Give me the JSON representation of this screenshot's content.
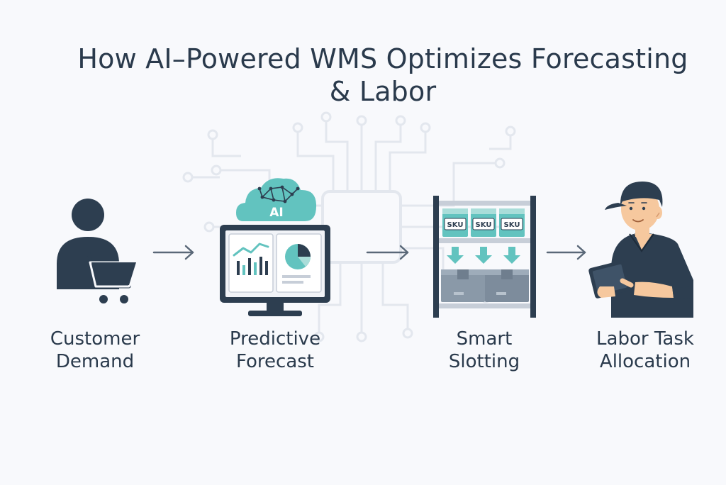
{
  "title": {
    "line1": "How AI–Powered WMS Optimizes Forecasting",
    "line2": "& Labor"
  },
  "steps": [
    {
      "line1": "Customer",
      "line2": "Demand",
      "icon": "customer-with-cart-icon"
    },
    {
      "line1": "Predictive",
      "line2": "Forecast",
      "icon": "monitor-with-charts-icon"
    },
    {
      "line1": "Smart",
      "line2": "Slotting",
      "icon": "warehouse-shelf-icon"
    },
    {
      "line1": "Labor Task",
      "line2": "Allocation",
      "icon": "worker-with-tablet-icon"
    }
  ],
  "cloud_label": "AI",
  "sku_label": "SKU",
  "colors": {
    "navy": "#2d3e50",
    "teal": "#62c3bf",
    "light_teal": "#a9ddd9",
    "gray_box": "#8a99a8",
    "skin": "#f6c89e",
    "arrow": "#5a6878",
    "circuit": "#e3e7ee"
  }
}
